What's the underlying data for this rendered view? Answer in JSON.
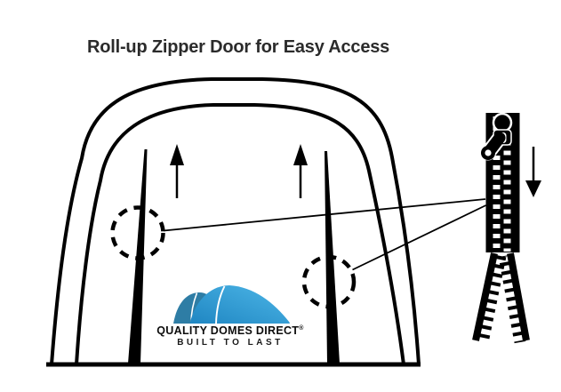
{
  "title": "Roll-up Zipper Door for Easy Access",
  "colors": {
    "ink": "#000000",
    "background": "#ffffff",
    "logo_dome_dark": "#2e7da5",
    "logo_dome_bright_start": "#1f86c2",
    "logo_dome_bright_end": "#4db6e7"
  },
  "logo": {
    "brand": "QUALITY DOMES DIRECT",
    "registered_mark": "®",
    "tagline": "BUILT TO LAST"
  },
  "icons": [
    {
      "name": "tent-door-outline-icon"
    },
    {
      "name": "door-zipper-seam-left-icon"
    },
    {
      "name": "door-zipper-seam-right-icon"
    },
    {
      "name": "up-arrow-left-icon"
    },
    {
      "name": "up-arrow-right-icon"
    },
    {
      "name": "dashed-highlight-circle-left-icon"
    },
    {
      "name": "dashed-highlight-circle-right-icon"
    },
    {
      "name": "callout-line-left-icon"
    },
    {
      "name": "callout-line-right-icon"
    },
    {
      "name": "zipper-icon"
    },
    {
      "name": "zipper-slider-icon"
    },
    {
      "name": "down-arrow-icon"
    },
    {
      "name": "logo-domes-icon"
    }
  ]
}
